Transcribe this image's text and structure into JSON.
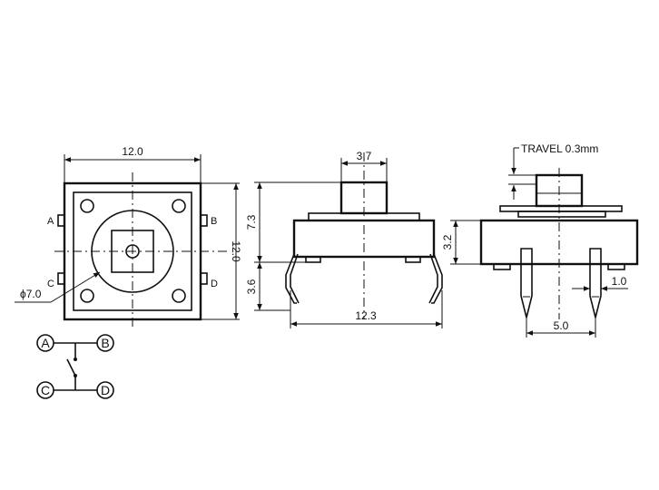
{
  "dimensions": {
    "top_width": "12.0",
    "top_height": "12.0",
    "actuator_diameter": "ϕ7.0",
    "actuator_width": "3.7",
    "overall_height": "7.3",
    "lead_height": "3.6",
    "lead_span": "12.3",
    "travel": "TRAVEL 0.3mm",
    "body_height": "3.2",
    "lead_thickness": "1.0",
    "pin_pitch": "5.0"
  },
  "pin_labels": {
    "a": "A",
    "b": "B",
    "c": "C",
    "d": "D"
  },
  "schematic": {
    "a": "A",
    "b": "B",
    "c": "C",
    "d": "D"
  }
}
